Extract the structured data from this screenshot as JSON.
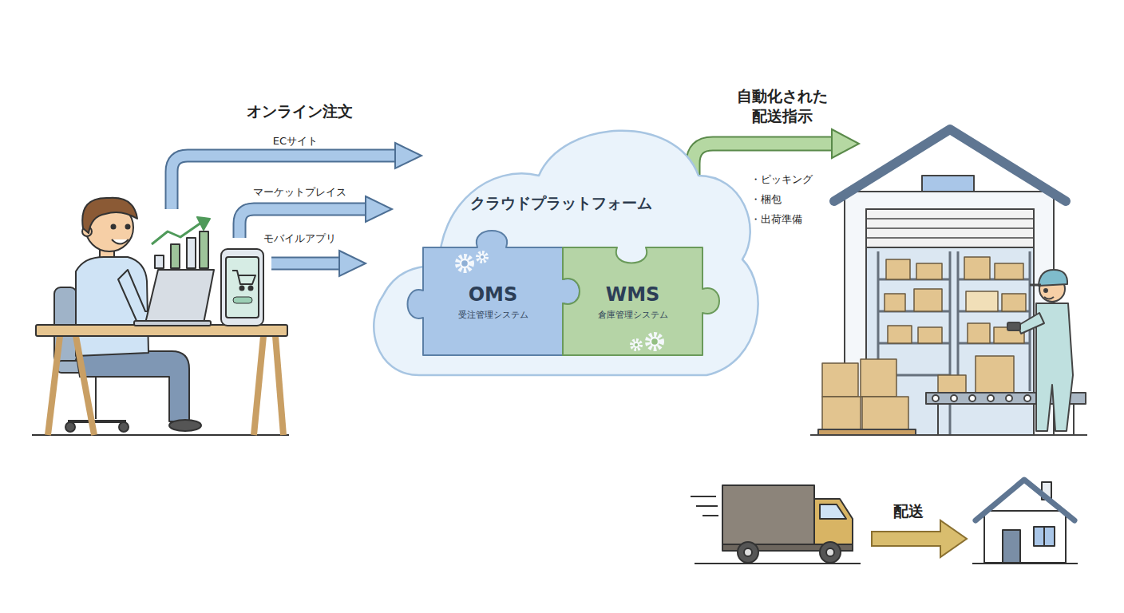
{
  "diagram": {
    "nodes": [
      {
        "text": [
          "クラウドプラットフォーム"
        ]
      },
      {
        "text": [
          "OMS",
          "受注管理システム"
        ],
        "in": 0
      },
      {
        "text": [
          "WMS",
          "倉庫管理システム"
        ],
        "in": 0
      }
    ],
    "labels": [
      "オンライン注文",
      "ECサイト",
      "マーケットプレイス",
      "モバイルアプリ",
      "自動化された 配送指示",
      "・ピッキング",
      "・梱包",
      "・出荷準備",
      "配送"
    ]
  }
}
